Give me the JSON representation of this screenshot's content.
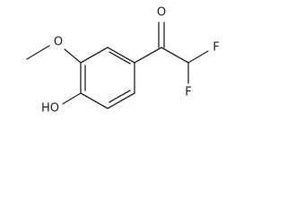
{
  "molecule": {
    "atoms": {
      "carbonyl_oxygen": "O",
      "fluorine_upper": "F",
      "fluorine_lower": "F",
      "methoxy_oxygen": "O",
      "hydroxyl": "HO"
    },
    "colors": {
      "line": "#222222",
      "background": "#ffffff"
    }
  }
}
